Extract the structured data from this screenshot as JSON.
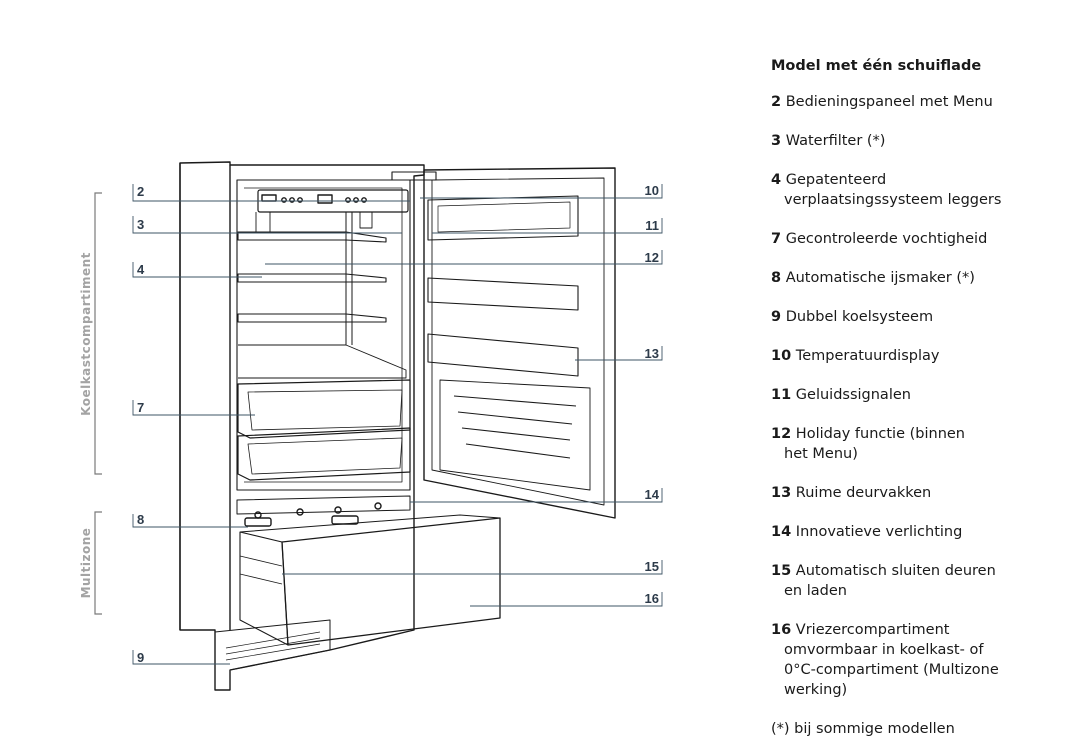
{
  "section_labels": {
    "fridge": "Koelkastcompartiment",
    "multizone": "Multizone"
  },
  "callouts": [
    "2",
    "3",
    "4",
    "7",
    "8",
    "9",
    "10",
    "11",
    "12",
    "13",
    "14",
    "15",
    "16"
  ],
  "legend": {
    "title": "Model met één schuiflade",
    "items": [
      {
        "num": "2",
        "lines": [
          "Bedieningspaneel met Menu"
        ]
      },
      {
        "num": "3",
        "lines": [
          "Waterfilter (*)"
        ]
      },
      {
        "num": "4",
        "lines": [
          "Gepatenteerd",
          "verplaatsingssysteem leggers"
        ]
      },
      {
        "num": "7",
        "lines": [
          "Gecontroleerde vochtigheid"
        ]
      },
      {
        "num": "8",
        "lines": [
          "Automatische ijsmaker (*)"
        ]
      },
      {
        "num": "9",
        "lines": [
          "Dubbel koelsysteem"
        ]
      },
      {
        "num": "10",
        "lines": [
          "Temperatuurdisplay"
        ]
      },
      {
        "num": "11",
        "lines": [
          "Geluidssignalen"
        ]
      },
      {
        "num": "12",
        "lines": [
          "Holiday functie (binnen",
          "het Menu)"
        ]
      },
      {
        "num": "13",
        "lines": [
          "Ruime deurvakken"
        ]
      },
      {
        "num": "14",
        "lines": [
          "Innovatieve verlichting"
        ]
      },
      {
        "num": "15",
        "lines": [
          "Automatisch sluiten deuren",
          "en laden"
        ]
      },
      {
        "num": "16",
        "lines": [
          "Vriezercompartiment",
          "omvormbaar in koelkast- of",
          "0°C-compartiment (Multizone",
          "werking)"
        ]
      }
    ],
    "footnote": "(*) bij sommige modellen"
  }
}
